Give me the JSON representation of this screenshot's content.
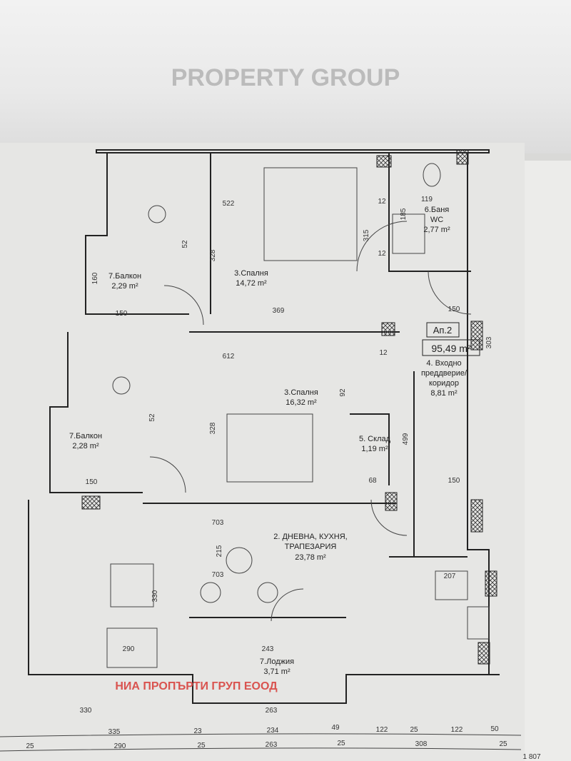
{
  "apartment": {
    "label": "Ап.2",
    "area": "95,49 m²"
  },
  "rooms": [
    {
      "name": "3.Спалня",
      "area": "14,72 m²"
    },
    {
      "name": "3.Спалня",
      "area": "16,32 m²"
    },
    {
      "name": "7.Балкон",
      "area": "2,29 m²"
    },
    {
      "name": "7.Балкон",
      "area": "2,28 m²"
    },
    {
      "name": "2. ДНЕВНА, КУХНЯ,",
      "name2": "ТРАПЕЗАРИЯ",
      "area": "23,78 m²"
    },
    {
      "name": "7.Лоджия",
      "area": "3,71 m²"
    },
    {
      "name": "6.Баня",
      "name2": "WC",
      "area": "2,77 m²"
    },
    {
      "name": "4. Входно",
      "name2": "преддверие/",
      "name3": "коридор",
      "area": "8,81 m²"
    },
    {
      "name": "5. Склад",
      "area": "1,19 m²"
    }
  ],
  "dimensions": [
    "522",
    "315",
    "328",
    "369",
    "612",
    "328",
    "499",
    "703",
    "703",
    "215",
    "330",
    "290",
    "243",
    "263",
    "330",
    "150",
    "150",
    "68",
    "207",
    "119",
    "185",
    "1 807",
    "303",
    "92",
    "160",
    "150",
    "150",
    "52",
    "52",
    "12",
    "12",
    "12"
  ],
  "bottom_row_1": [
    "335",
    "23",
    "234",
    "49",
    "122",
    "25",
    "122",
    "50"
  ],
  "bottom_row_2": [
    "25",
    "290",
    "25",
    "263",
    "25",
    "308",
    "25"
  ],
  "company_stamp": "НИА ПРОПЪРТИ ГРУП ЕООД",
  "watermark": "PROPERTY GROUP",
  "colors": {
    "stamp": "#d9534f",
    "paper": "#e4e4e2",
    "line": "#222222"
  }
}
